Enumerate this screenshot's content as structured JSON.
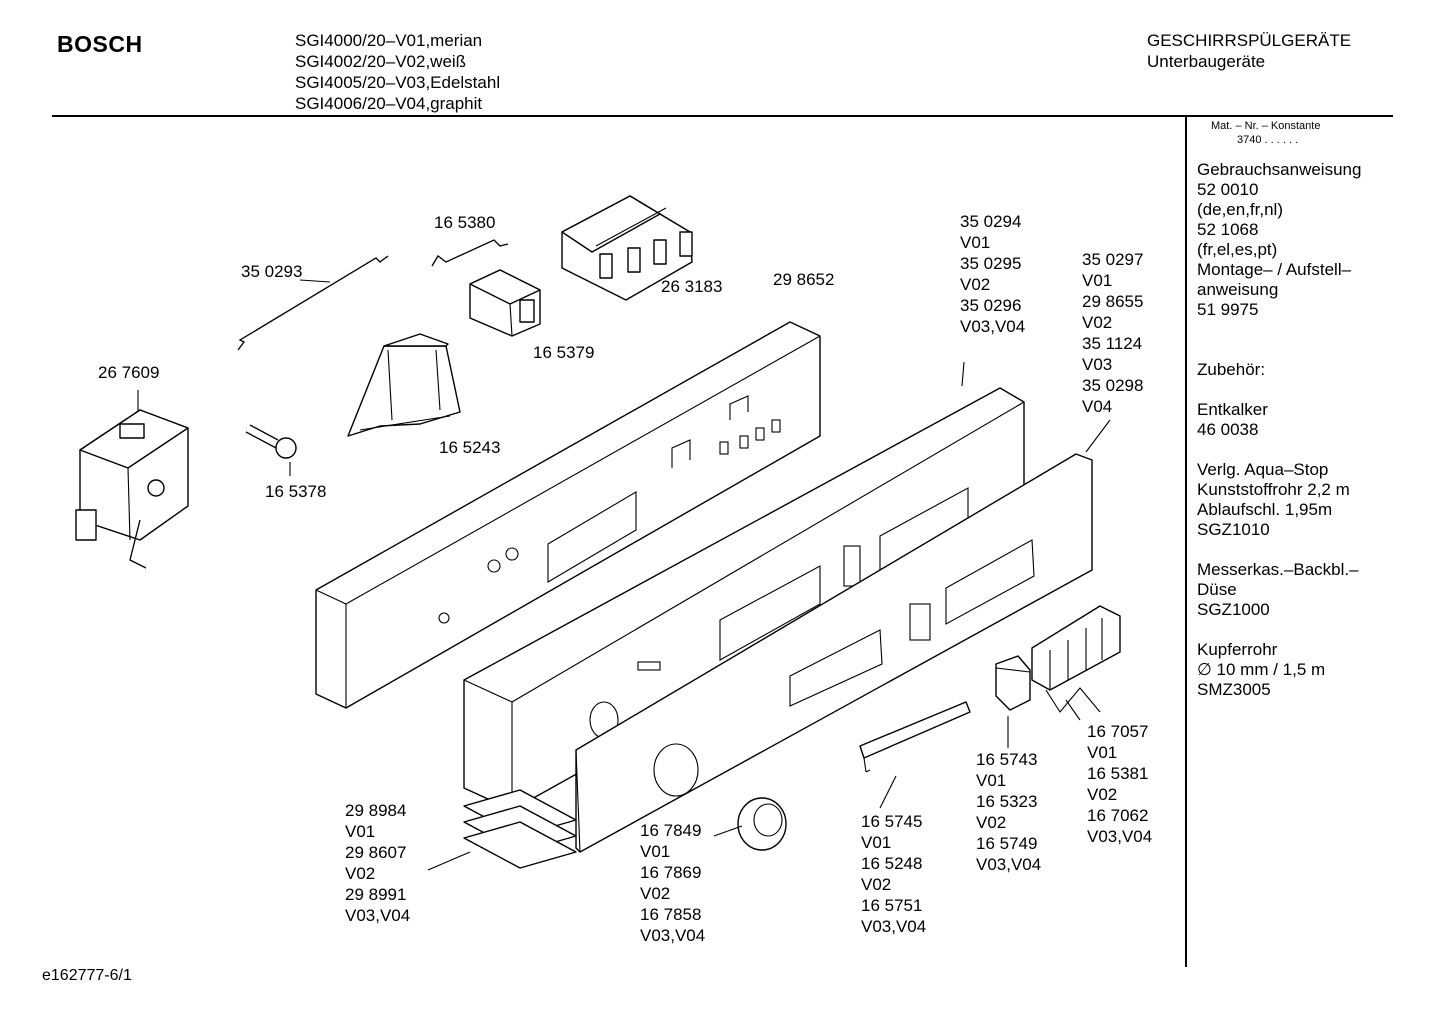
{
  "header": {
    "brand": "BOSCH",
    "models": [
      "SGI4000/20–V01,merian",
      "SGI4002/20–V02,weiß",
      "SGI4005/20–V03,Edelstahl",
      "SGI4006/20–V04,graphit"
    ],
    "category": "GESCHIRRSPÜLGERÄTE",
    "subcategory": "Unterbaugeräte"
  },
  "sidebar": {
    "const_label": "Mat. – Nr. – Konstante",
    "const_value": "3740  .  .    .  .  .  .",
    "blocks": [
      [
        "Gebrauchsanweisung",
        "52 0010",
        "(de,en,fr,nl)",
        "52 1068",
        "(fr,el,es,pt)",
        "Montage– / Aufstell–",
        "anweisung",
        "51 9975"
      ],
      [
        "",
        "Zubehör:"
      ],
      [
        "Entkalker",
        "46 0038"
      ],
      [
        "Verlg. Aqua–Stop",
        "Kunststoffrohr 2,2 m",
        "Ablaufschl. 1,95m",
        "SGZ1010"
      ],
      [
        "Messerkas.–Backbl.–",
        "Düse",
        "SGZ1000"
      ],
      [
        "Kupferrohr",
        "∅ 10 mm / 1,5 m",
        "SMZ3005"
      ]
    ]
  },
  "parts": [
    [
      "35 0293"
    ],
    [
      "16 5380"
    ],
    [
      "26 3183"
    ],
    [
      "29 8652"
    ],
    [
      "16 5379"
    ],
    [
      "26 7609"
    ],
    [
      "16 5243"
    ],
    [
      "16 5378"
    ],
    [
      "35 0294",
      "V01",
      "35 0295",
      "V02",
      "35 0296",
      "V03,V04"
    ],
    [
      "35 0297",
      "V01",
      "29 8655",
      "V02",
      "35 1124",
      "V03",
      "35 0298",
      "V04"
    ],
    [
      "29 8984",
      "V01",
      "29 8607",
      "V02",
      "29 8991",
      "V03,V04"
    ],
    [
      "16 7849",
      "V01",
      "16 7869",
      "V02",
      "16 7858",
      "V03,V04"
    ],
    [
      "16 5745",
      "V01",
      "16 5248",
      "V02",
      "16 5751",
      "V03,V04"
    ],
    [
      "16 5743",
      "V01",
      "16 5323",
      "V02",
      "16 5749",
      "V03,V04"
    ],
    [
      "16 7057",
      "V01",
      "16 5381",
      "V02",
      "16 7062",
      "V03,V04"
    ]
  ],
  "footer": "e162777-6/1"
}
